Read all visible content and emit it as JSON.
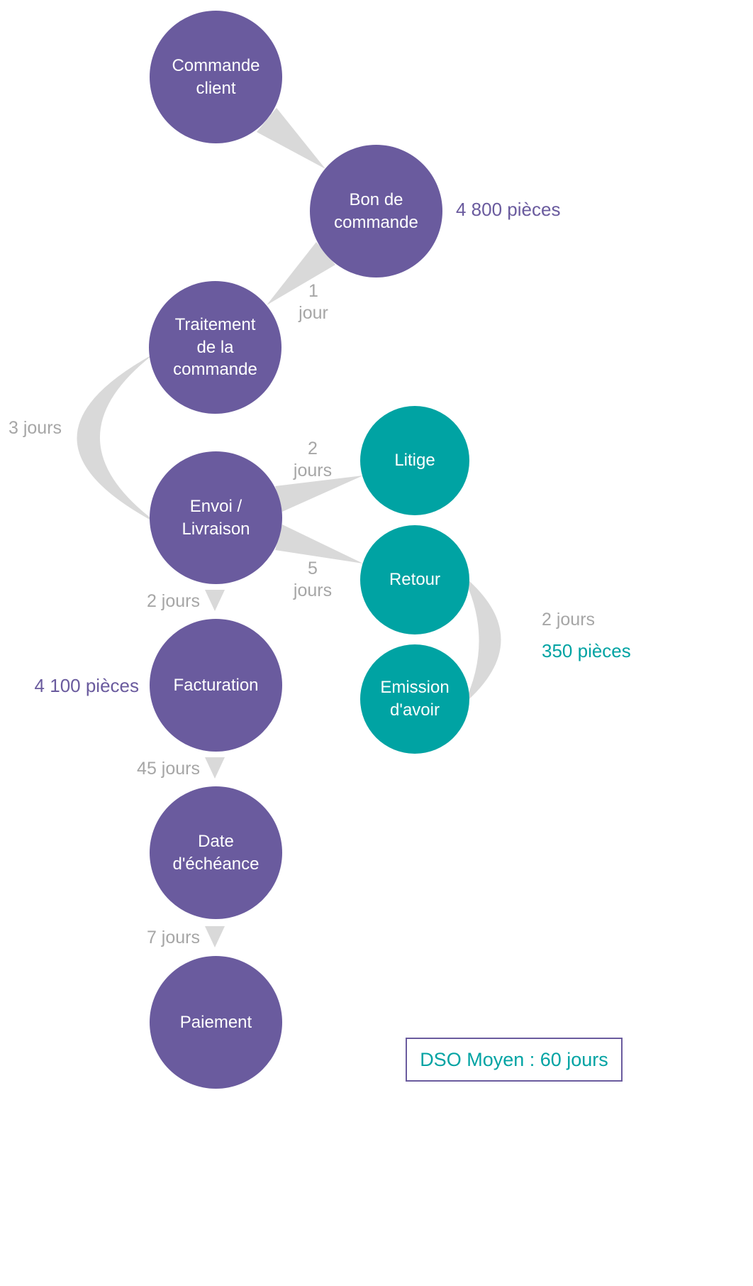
{
  "colors": {
    "purple": "#6a5b9e",
    "teal": "#00a3a3",
    "connector_gray": "#d9d9d9",
    "label_gray": "#a6a6a6"
  },
  "nodes": {
    "commande_client": "Commande\nclient",
    "bon_de_commande": "Bon de\ncommande",
    "traitement_commande": "Traitement\nde la\ncommande",
    "envoi_livraison": "Envoi /\nLivraison",
    "litige": "Litige",
    "retour": "Retour",
    "emission_avoir": "Emission\nd'avoir",
    "facturation": "Facturation",
    "date_echeance": "Date\nd'échéance",
    "paiement": "Paiement"
  },
  "labels": {
    "pieces_4800": "4 800 pièces",
    "delay_1_jour": "1\njour",
    "delay_3_jours": "3 jours",
    "delay_2_jours_litige": "2\njours",
    "delay_5_jours_retour": "5\njours",
    "delay_2_jours_facturation": "2 jours",
    "pieces_4100": "4 100 pièces",
    "delay_2_jours_avoir": "2 jours",
    "pieces_350": "350 pièces",
    "delay_45_jours": "45 jours",
    "delay_7_jours": "7 jours",
    "dso": "DSO Moyen : 60 jours"
  }
}
